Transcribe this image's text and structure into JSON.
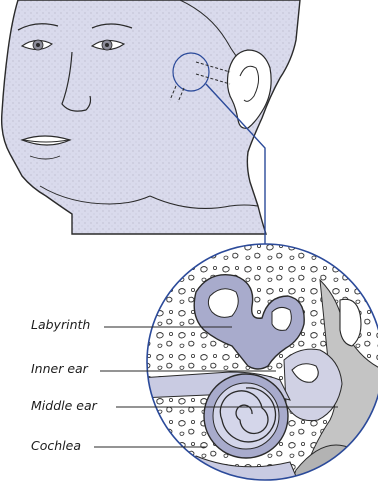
{
  "labels": {
    "labyrinth": "Labyrinth",
    "inner_ear": "Inner ear",
    "middle_ear": "Middle ear",
    "cochlea": "Cochlea"
  },
  "colors": {
    "skin_fill": "#d8d9ec",
    "outline": "#2a2a2a",
    "connector_blue": "#2b4a9a",
    "ear_structure_fill": "#a9accd",
    "bone_gray": "#bdbdbd",
    "cavity_fill": "#c9cbe2"
  }
}
